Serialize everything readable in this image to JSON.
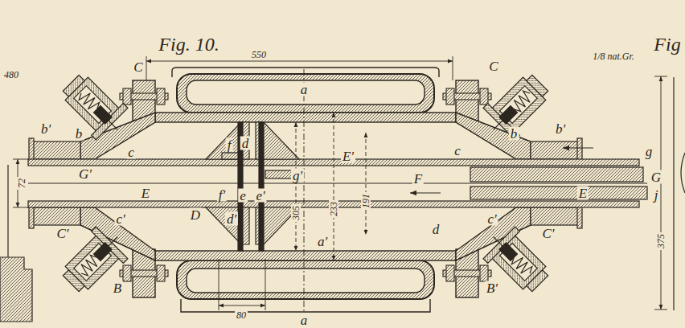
{
  "diagram": {
    "title": "Fig. 10.",
    "labels": [
      "550",
      "a",
      "C",
      "C",
      "b'",
      "b",
      "c",
      "c",
      "b",
      "b'",
      "g",
      "f",
      "d",
      "G'",
      "g'",
      "E'",
      "F",
      "G",
      "j",
      "72",
      "f'",
      "e",
      "e'",
      "E",
      "D",
      "d'",
      "E",
      "305",
      "233",
      "191",
      "d",
      "C'",
      "c'",
      "c'",
      "C'",
      "a'",
      "B",
      "B'",
      "a",
      "80",
      "1/8 nat.Gr.",
      "375",
      "Fig",
      "480"
    ]
  }
}
